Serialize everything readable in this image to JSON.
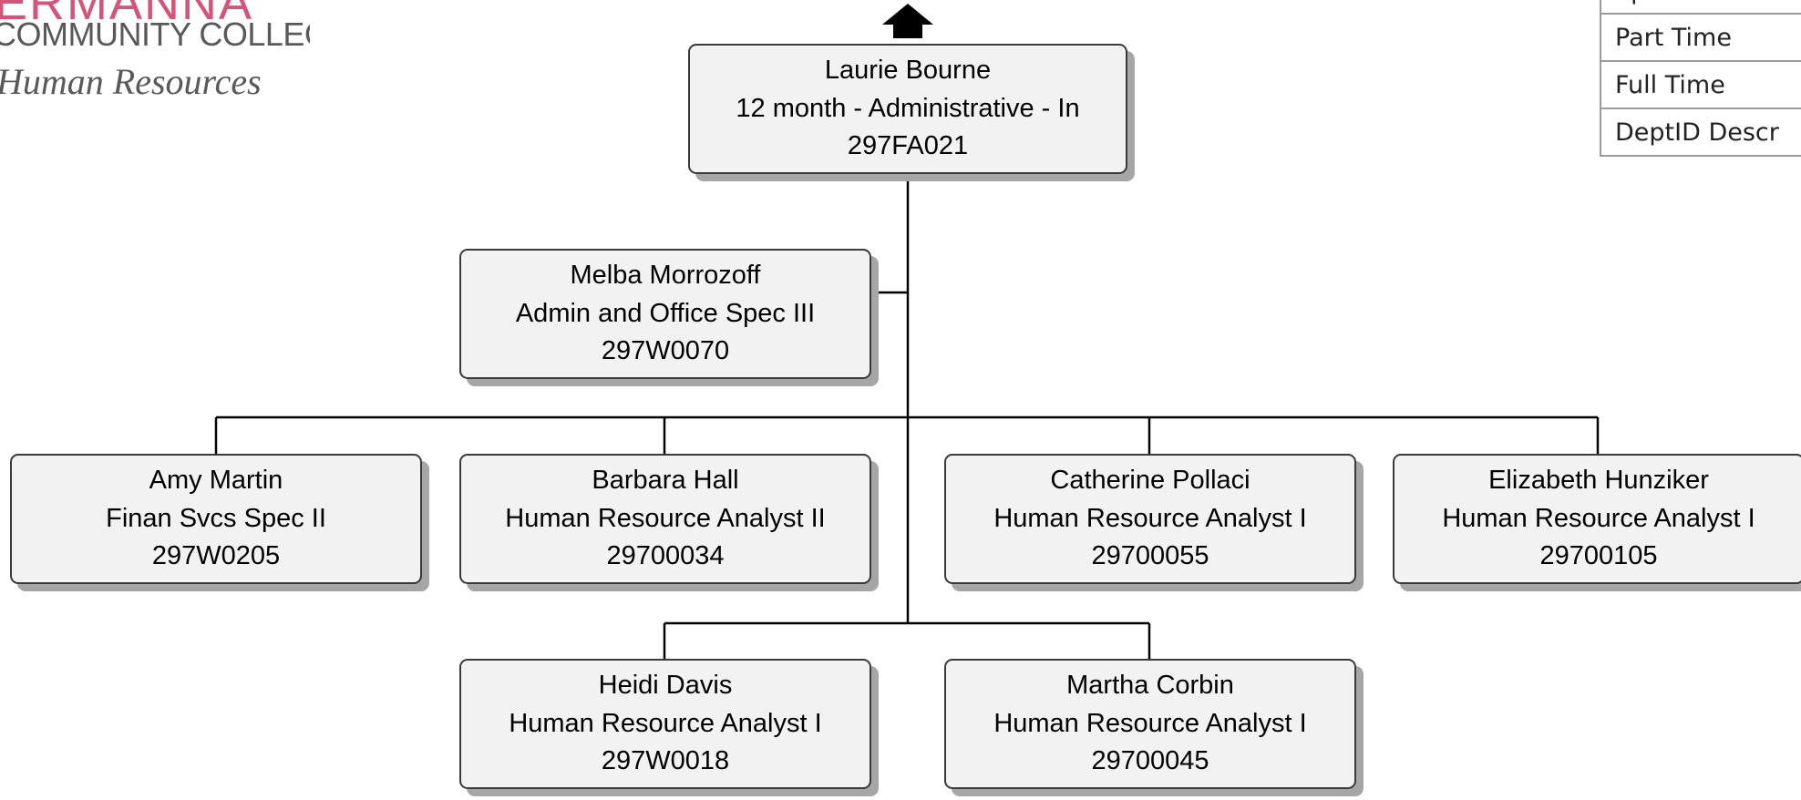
{
  "logo": {
    "line1": "ERMANNA",
    "line2": "COMMUNITY COLLEGE",
    "line3": "Human Resources",
    "colors": {
      "accent": "#d4547a",
      "text": "#58595b"
    }
  },
  "up_arrow_icon": "arrow-up-icon",
  "legend": {
    "rows": [
      "Span of Control",
      "Part Time",
      "Full Time",
      "DeptID Descr"
    ]
  },
  "org": {
    "root": {
      "name": "Laurie Bourne",
      "title": "12 month - Administrative - In",
      "id": "297FA021"
    },
    "assistant": {
      "name": "Melba Morrozoff",
      "title": "Admin and Office Spec III",
      "id": "297W0070"
    },
    "reports_row1": [
      {
        "name": "Amy Martin",
        "title": "Finan Svcs Spec II",
        "id": "297W0205"
      },
      {
        "name": "Barbara Hall",
        "title": "Human Resource Analyst II",
        "id": "29700034"
      },
      {
        "name": "Catherine Pollaci",
        "title": "Human Resource Analyst I",
        "id": "29700055"
      },
      {
        "name": "Elizabeth Hunziker",
        "title": "Human Resource Analyst I",
        "id": "29700105"
      }
    ],
    "reports_row2": [
      {
        "name": "Heidi Davis",
        "title": "Human Resource Analyst I",
        "id": "297W0018"
      },
      {
        "name": "Martha Corbin",
        "title": "Human Resource Analyst I",
        "id": "29700045"
      }
    ]
  },
  "colors": {
    "node_fill": "#f2f2f2",
    "node_border": "#3a3a3a",
    "shadow": "#a6a6a6",
    "line": "#000000"
  }
}
